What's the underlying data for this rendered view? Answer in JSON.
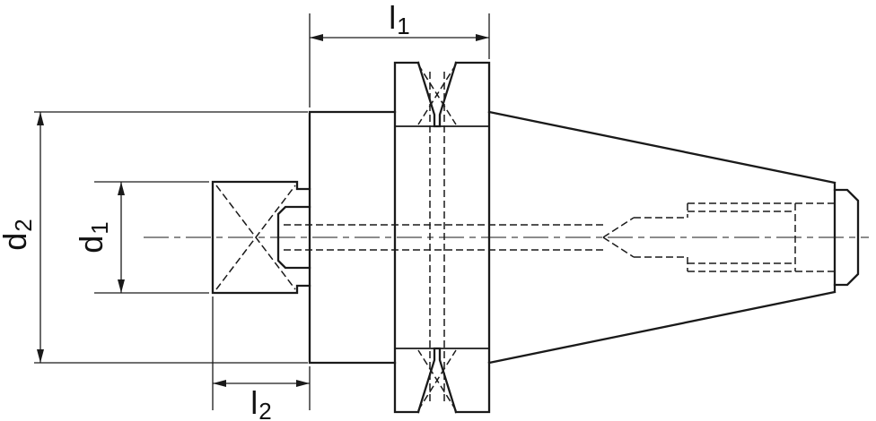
{
  "drawing": {
    "type": "technical-drawing",
    "subject": "tool-holder-side-view",
    "background": "#ffffff",
    "line_color": "#1a1a1a",
    "labels": {
      "l1": {
        "base": "l",
        "sub": "1"
      },
      "l2": {
        "base": "l",
        "sub": "2"
      },
      "d1": {
        "base": "d",
        "sub": "1"
      },
      "d2": {
        "base": "d",
        "sub": "2"
      }
    }
  }
}
